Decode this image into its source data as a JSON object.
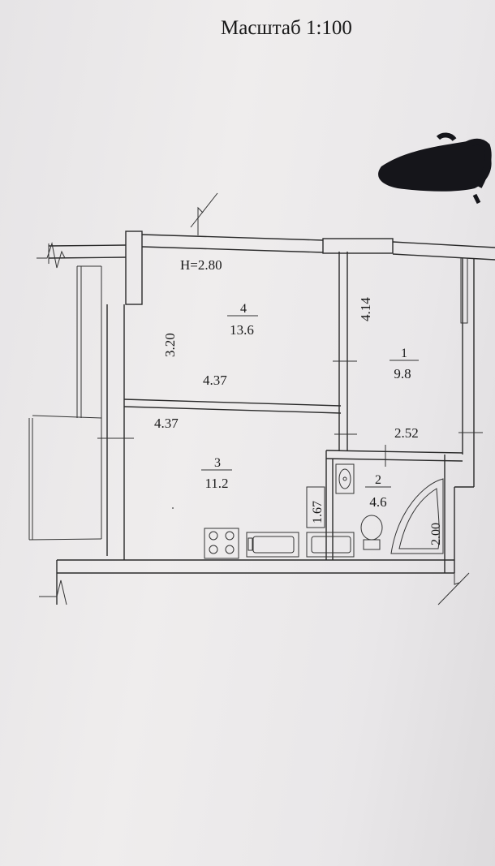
{
  "scale_title": "Масштаб 1:100",
  "ceiling_height": "H=2.80",
  "rooms": [
    {
      "id": "room-4",
      "number": "4",
      "area": "13.6"
    },
    {
      "id": "room-1",
      "number": "1",
      "area": "9.8"
    },
    {
      "id": "room-3",
      "number": "3",
      "area": "11.2"
    },
    {
      "id": "room-2",
      "number": "2",
      "area": "4.6"
    }
  ],
  "dimensions": {
    "room4_height": "3.20",
    "room4_width": "4.37",
    "room3_width": "4.37",
    "room1_height": "4.14",
    "room1_width": "2.52",
    "bath_dim": "1.67",
    "tub_dim": "2.00"
  }
}
